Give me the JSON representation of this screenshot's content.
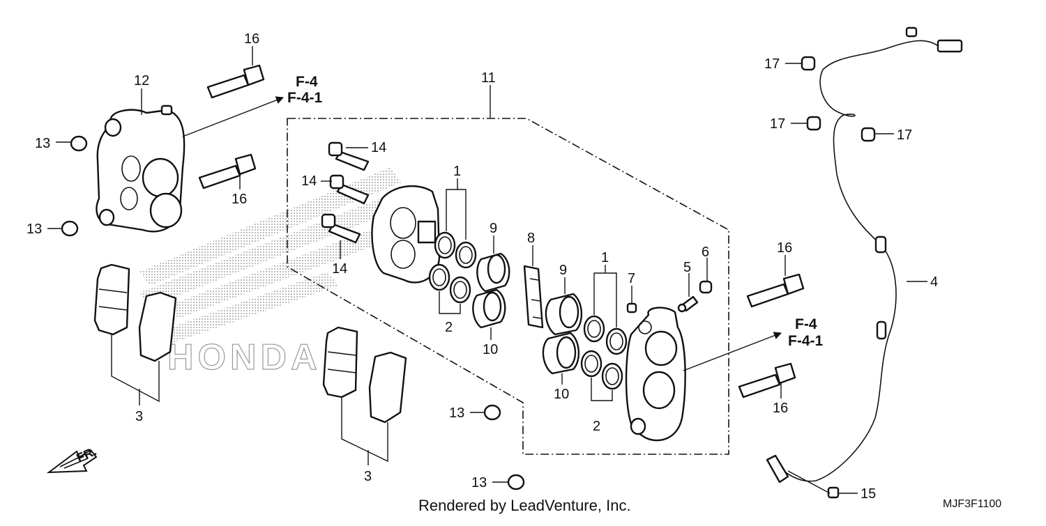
{
  "labels": {
    "l16a": "16",
    "l12": "12",
    "l13a": "13",
    "l13b": "13",
    "l16b": "16",
    "l11": "11",
    "l14a": "14",
    "l14b": "14",
    "l14c": "14",
    "l1a": "1",
    "l9a": "9",
    "l8": "8",
    "l2a": "2",
    "l10a": "10",
    "l9b": "9",
    "l1b": "1",
    "l7": "7",
    "l5": "5",
    "l6": "6",
    "l10b": "10",
    "l2b": "2",
    "l16c": "16",
    "l16d": "16",
    "l17a": "17",
    "l17b": "17",
    "l17c": "17",
    "l4": "4",
    "l3a": "3",
    "l3b": "3",
    "l13c": "13",
    "l13d": "13",
    "l15": "15"
  },
  "refs": {
    "top_f4": "F-4",
    "top_f41": "F-4-1",
    "right_f4": "F-4",
    "right_f41": "F-4-1"
  },
  "front_arrow": "FR.",
  "footer": "Rendered by LeadVenture, Inc.",
  "diagram_code": "MJF3F1100",
  "watermark_icon": "honda-wing-logo-icon"
}
